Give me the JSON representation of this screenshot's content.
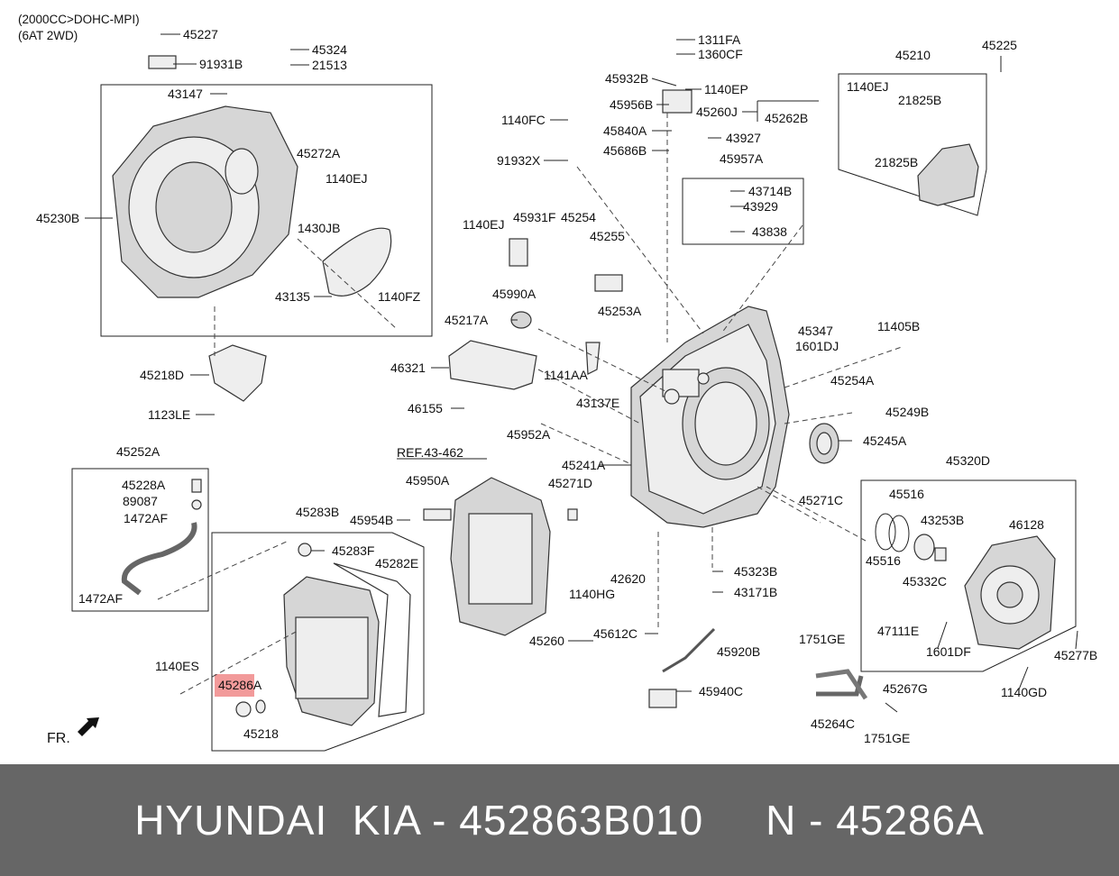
{
  "header": {
    "line1": "(2000CC>DOHC-MPI)",
    "line2": "(6AT 2WD)"
  },
  "labels": {
    "p45227": "45227",
    "p91931B": "91931B",
    "p45324": "45324",
    "p21513": "21513",
    "p43147": "43147",
    "p45272A": "45272A",
    "p1140EJ_a": "1140EJ",
    "p45230B": "45230B",
    "p1430JB": "1430JB",
    "p43135": "43135",
    "p1140FZ": "1140FZ",
    "p45218D": "45218D",
    "p1123LE": "1123LE",
    "p45252A": "45252A",
    "p45228A": "45228A",
    "p89087": "89087",
    "p1472AF_a": "1472AF",
    "p1472AF_b": "1472AF",
    "p1311FA": "1311FA",
    "p1360CF": "1360CF",
    "p45932B": "45932B",
    "p1140EP": "1140EP",
    "p45956B": "45956B",
    "p1140FC": "1140FC",
    "p45840A": "45840A",
    "p45686B": "45686B",
    "p91932X": "91932X",
    "p45260J": "45260J",
    "p45262B": "45262B",
    "p43927": "43927",
    "p45957A": "45957A",
    "p43714B": "43714B",
    "p43929": "43929",
    "p43838": "43838",
    "p45210": "45210",
    "p1140EJ_b": "1140EJ",
    "p21825B_a": "21825B",
    "p21825B_b": "21825B",
    "p45225": "45225",
    "p1140EJ_c": "1140EJ",
    "p45931F": "45931F",
    "p45254": "45254",
    "p45255": "45255",
    "p45990A": "45990A",
    "p45253A": "45253A",
    "p45217A": "45217A",
    "p46321": "46321",
    "p46155": "46155",
    "p1141AA": "1141AA",
    "p43137E": "43137E",
    "p45347": "45347",
    "p1601DJ": "1601DJ",
    "p11405B": "11405B",
    "p45254A": "45254A",
    "p45249B": "45249B",
    "p45245A": "45245A",
    "pREF": "REF.43-462",
    "p45952A": "45952A",
    "p45241A": "45241A",
    "p45271D": "45271D",
    "p45950A": "45950A",
    "p45954B": "45954B",
    "p45283B": "45283B",
    "p45283F": "45283F",
    "p45282E": "45282E",
    "p42620": "42620",
    "p1140HG": "1140HG",
    "p45323B": "45323B",
    "p43171B": "43171B",
    "p45271C": "45271C",
    "p45320D": "45320D",
    "p45516_a": "45516",
    "p43253B": "43253B",
    "p46128": "46128",
    "p45516_b": "45516",
    "p45332C": "45332C",
    "p47111E": "47111E",
    "p1601DF": "1601DF",
    "p45277B": "45277B",
    "p45260": "45260",
    "p45612C": "45612C",
    "p45920B": "45920B",
    "p1751GE_a": "1751GE",
    "p1140ES": "1140ES",
    "p45286A": "45286A",
    "p45218": "45218",
    "p45940C": "45940C",
    "p45267G": "45267G",
    "p45264C": "45264C",
    "p1751GE_b": "1751GE",
    "p1140GD": "1140GD",
    "pFR": "FR."
  },
  "highlight": {
    "part": "45286A",
    "color": "#f29a9a"
  },
  "banner": {
    "text": "HYUNDAI  KIA - 452863B010     N - 45286A",
    "background": "#666666"
  }
}
